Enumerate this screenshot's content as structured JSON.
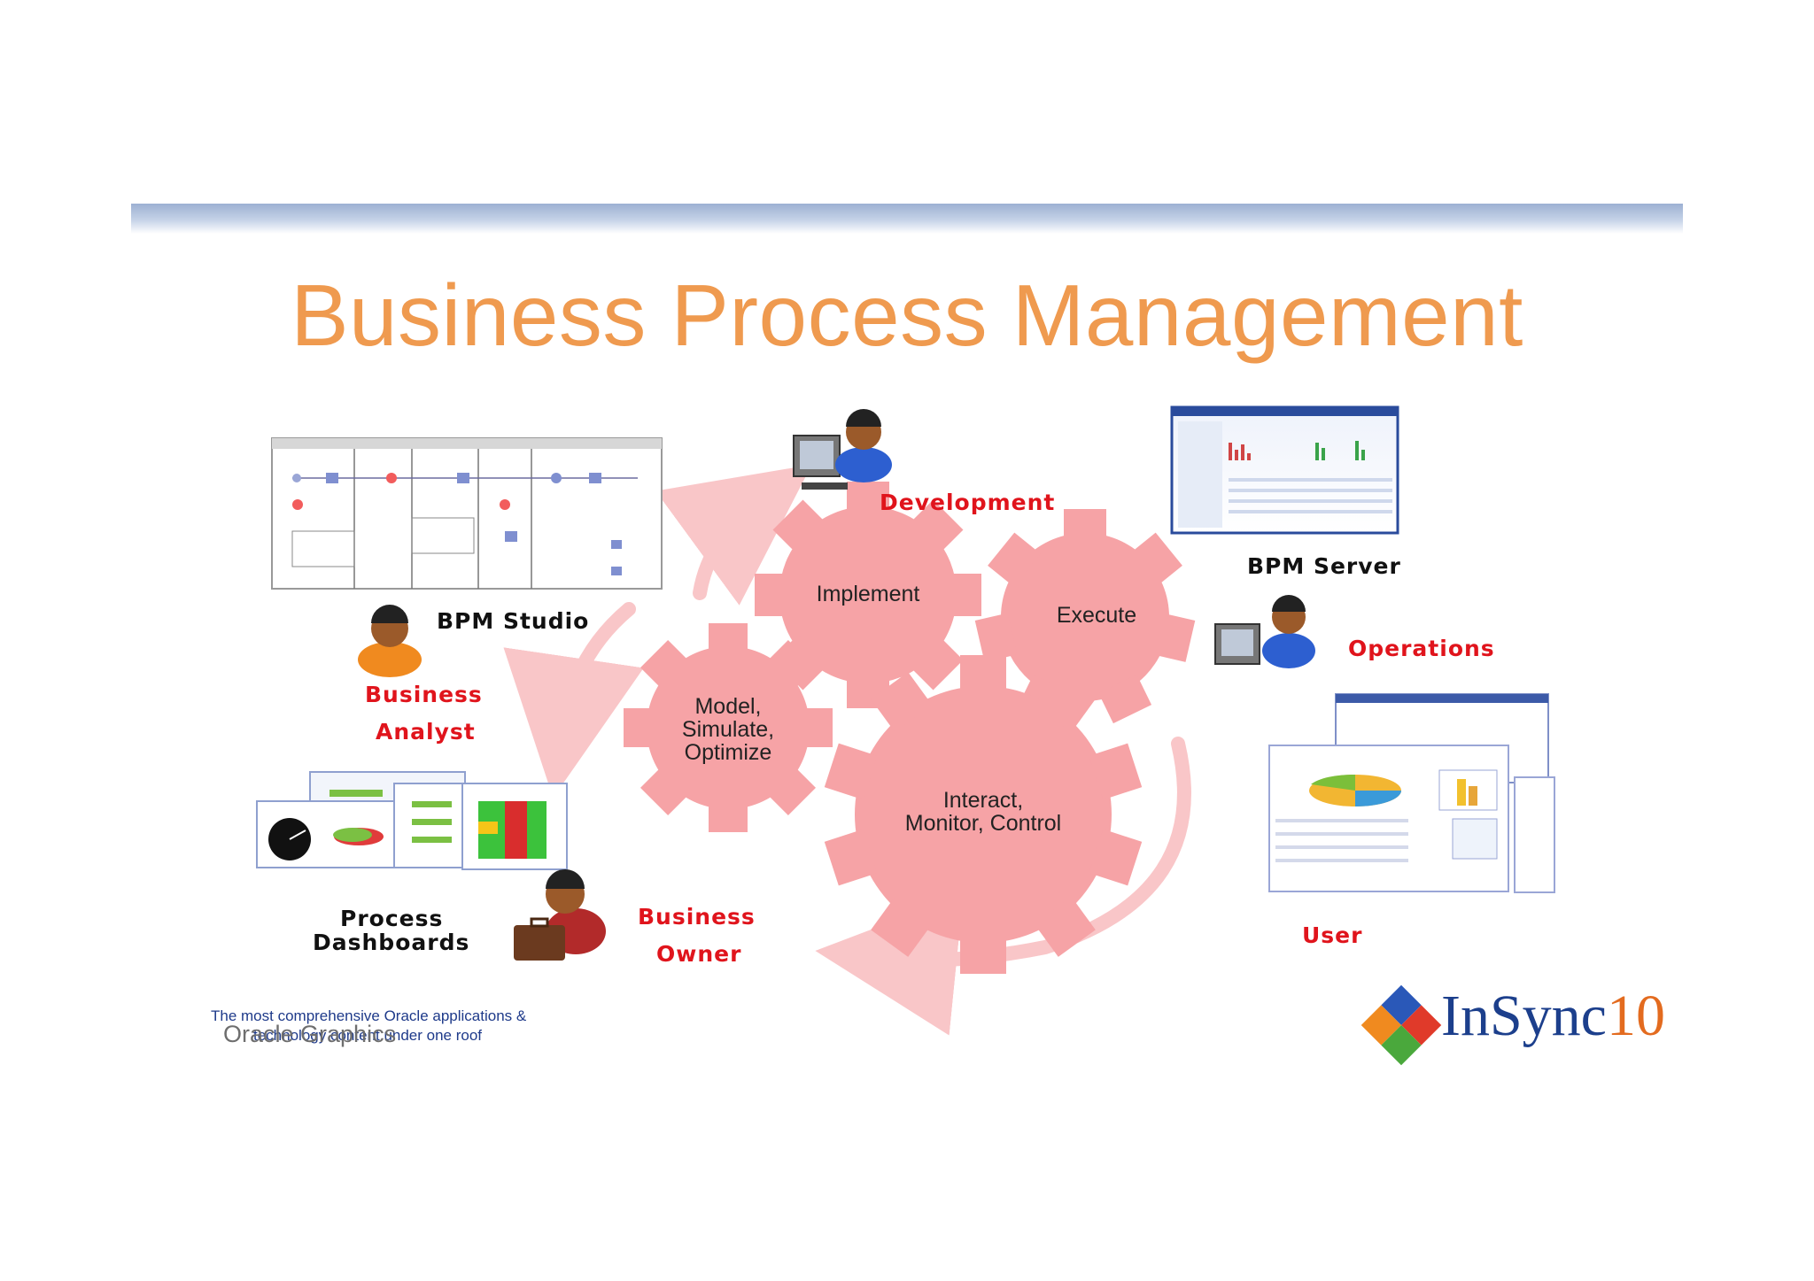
{
  "title": "Business Process Management",
  "gears": {
    "implement": "Implement",
    "execute": "Execute",
    "model_line1": "Model,",
    "model_line2": "Simulate,",
    "model_line3": "Optimize",
    "interact_line1": "Interact,",
    "interact_line2": "Monitor, Control"
  },
  "labels": {
    "bpm_studio": "BPM Studio",
    "business_analyst_1": "Business",
    "business_analyst_2": "Analyst",
    "development": "Development",
    "bpm_server": "BPM Server",
    "operations": "Operations",
    "process_dashboards_1": "Process",
    "process_dashboards_2": "Dashboards",
    "business_owner_1": "Business",
    "business_owner_2": "Owner",
    "user": "User"
  },
  "footer": {
    "tagline_1": "The most comprehensive Oracle applications &",
    "tagline_2": "technology content under one roof",
    "watermark": "Oracle Graphics",
    "logo_name": "InSync",
    "logo_num": "10"
  },
  "colors": {
    "title": "#ef9a4f",
    "gear": "#f6a3a6",
    "role_label": "#e0141c",
    "logo_blue": "#1c3f8c",
    "logo_orange": "#e36b1f"
  }
}
